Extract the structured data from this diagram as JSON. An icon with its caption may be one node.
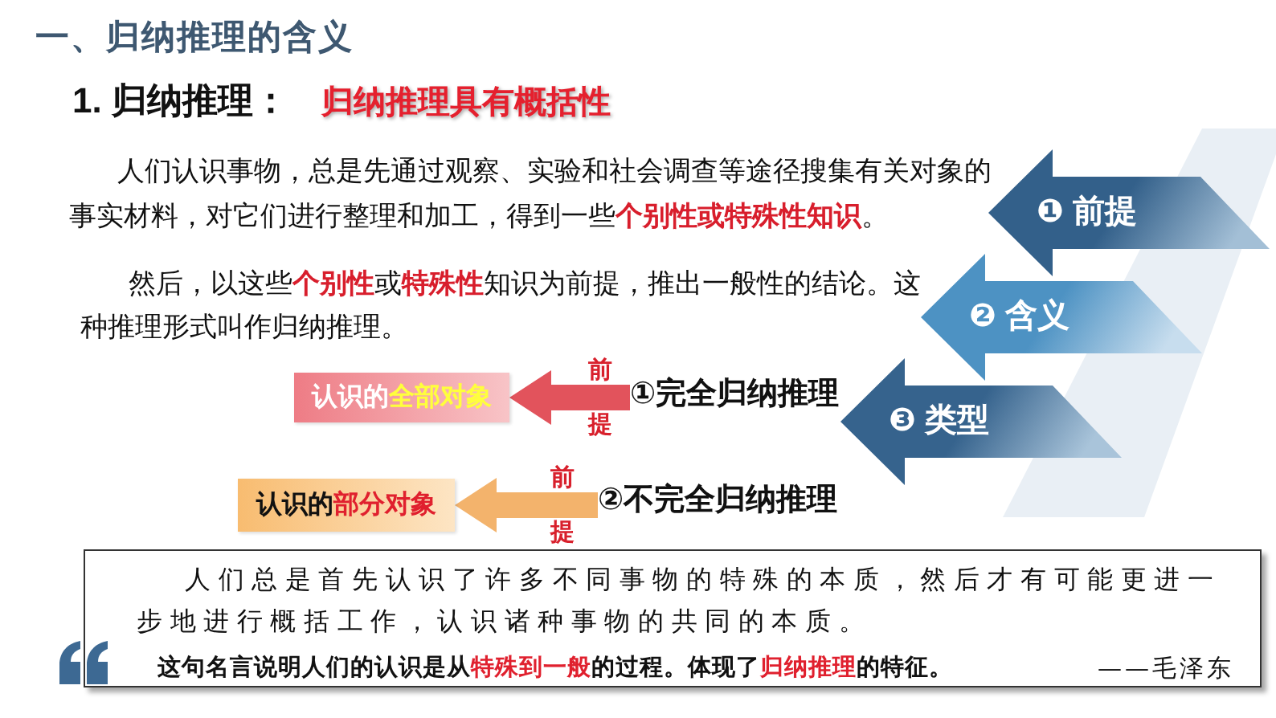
{
  "diagram": {
    "title": "一、归纳推理的含义",
    "nodes": [
      {
        "text": [
          "❶ 前提"
        ]
      },
      {
        "text": [
          "❷ 含义"
        ]
      },
      {
        "text": [
          "❸ 类型"
        ]
      },
      {
        "text": [
          "认识的**全部对象**"
        ]
      },
      {
        "text": [
          "①完全归纳推理"
        ]
      },
      {
        "text": [
          "认识的**部分对象**"
        ]
      },
      {
        "text": [
          "②不完全归纳推理"
        ]
      },
      {
        "text": [
          "人们总是首先认识了许多不同事物的特殊的本质，然后才有可能更进一步地进行概括工作，认识诸种事物的共同的本质。",
          "这句名言说明人们的认识是从**特殊到一般**的过程。体现了**归纳推理**的特征。",
          "——毛泽东"
        ]
      }
    ],
    "edges": [
      {
        "from": 4,
        "to": 3,
        "arrow": "to",
        "label": "前提",
        "color": "#e2535c"
      },
      {
        "from": 6,
        "to": 5,
        "arrow": "to",
        "label": "前提",
        "color": "#f3b36c"
      }
    ],
    "labels": [
      "1. 归纳推理：",
      "归纳推理具有概括性",
      "人们认识事物，总是先通过观察、实验和社会调查等途径搜集有关对象的事实材料，对它们进行整理和加工，得到一些**个别性或特殊性知识**。",
      "然后，以这些**个别性**或**特殊性**知识为前提，推出一般性的结论。这种推理形式叫作归纳推理。"
    ]
  }
}
